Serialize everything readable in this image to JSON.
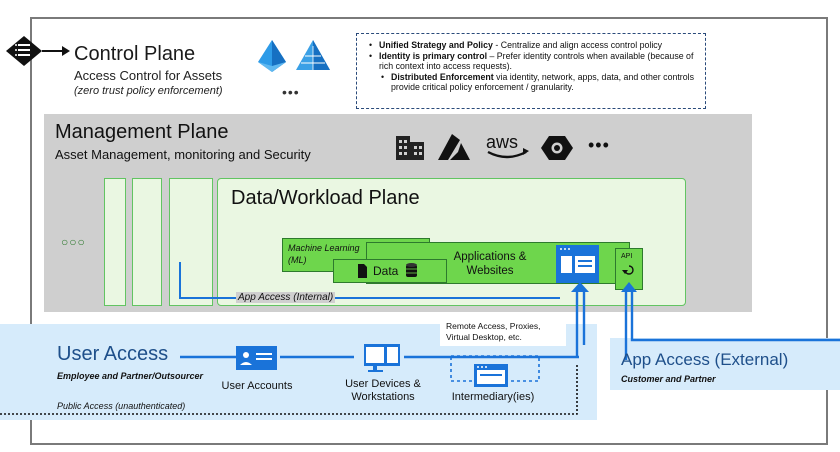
{
  "control_plane": {
    "title": "Control Plane",
    "subtitle": "Access Control for Assets",
    "note": "(zero trust policy enforcement)",
    "more": "•••",
    "icons": [
      "control-plane-list-icon",
      "azure-ad-icon",
      "identity-pyramid-icon"
    ]
  },
  "bullets": [
    {
      "bold": "Unified Strategy and Policy",
      "text": " - Centralize and align access control policy",
      "level": 1
    },
    {
      "bold": "Identity is primary control",
      "text": " – Prefer identity controls when available (because of rich context into access requests).",
      "level": 1
    },
    {
      "bold": "Distributed Enforcement",
      "text": " via identity, network, apps, data, and other controls provide critical policy enforcement / granularity.",
      "level": 2
    }
  ],
  "management_plane": {
    "title": "Management Plane",
    "subtitle": "Asset Management, monitoring and Security",
    "aws": "aws",
    "more": "•••",
    "icons": [
      "building-icon",
      "azure-icon",
      "aws-icon",
      "gcp-icon"
    ]
  },
  "data_workload_plane": {
    "title": "Data/Workload Plane",
    "ml_label": "Machine Learning (ML)",
    "data_label": "Data",
    "apps_label": "Applications & Websites",
    "api_label": "API",
    "more": "○○○",
    "app_access_internal": "App Access (Internal)"
  },
  "user_access": {
    "title": "User Access",
    "subtitle": "Employee and Partner/Outsourcer",
    "public_access": "Public Access (unauthenticated)",
    "user_accounts": "User Accounts",
    "user_devices": "User Devices & Workstations",
    "intermediary": "Intermediary(ies)",
    "remote_access": "Remote Access, Proxies, Virtual Desktop, etc."
  },
  "app_access_external": {
    "title": "App Access (External)",
    "subtitle": "Customer and Partner"
  },
  "colors": {
    "accent_blue": "#1a73d9",
    "green_fill": "#6ed64c",
    "light_green": "#eaf7e2",
    "light_blue": "#d6ebfb",
    "grey": "#cfcfcf"
  }
}
